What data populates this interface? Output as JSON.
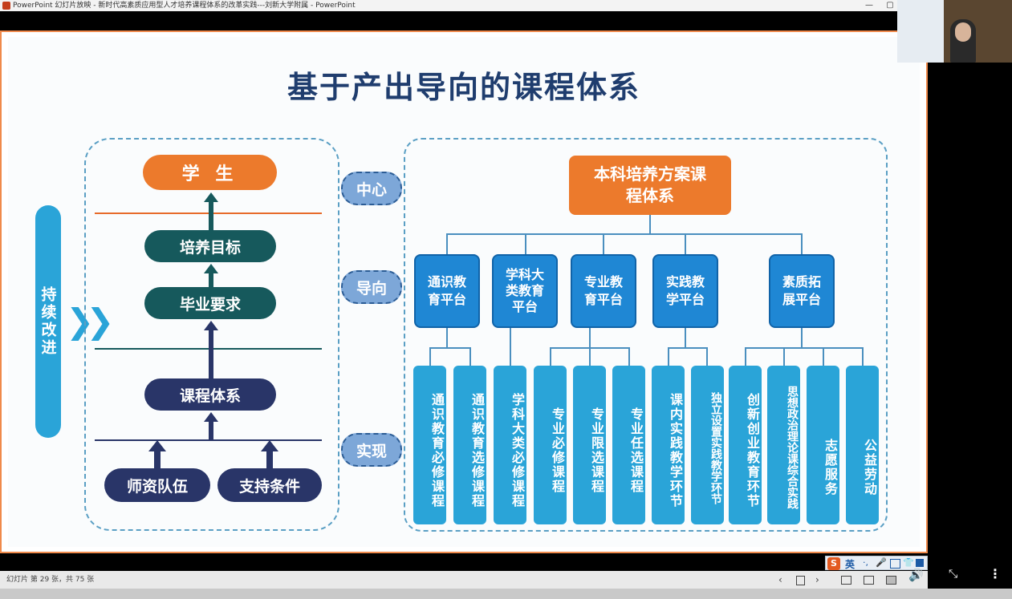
{
  "window": {
    "title": "PowerPoint 幻灯片放映 - 新时代高素质应用型人才培养课程体系的改革实践---刘新大学附属 - PowerPoint"
  },
  "slide": {
    "title": "基于产出导向的课程体系",
    "left": {
      "side_label": "持续改进",
      "student": "学 生",
      "goal": "培养目标",
      "graduation": "毕业要求",
      "curriculum": "课程体系",
      "faculty": "师资队伍",
      "support": "支持条件"
    },
    "labels": {
      "center": "中心",
      "orient": "导向",
      "implement": "实现"
    },
    "right": {
      "root": "本科培养方案课程体系",
      "platforms": [
        "通识教育平台",
        "学科大类教育平台",
        "专业教育平台",
        "实践教学平台",
        "素质拓展平台"
      ],
      "courses": [
        "通识教育必修课程",
        "通识教育选修课程",
        "学科大类必修课程",
        "专业必修课程",
        "专业限选课程",
        "专业任选课程",
        "课内实践教学环节",
        "独立设置实践教学环节",
        "创新创业教育环节",
        "思想政治理论课综合实践",
        "志愿服务",
        "公益劳动"
      ]
    }
  },
  "status": {
    "slide_counter": "幻灯片 第 29 张，共 75 张"
  },
  "ime": {
    "label": "英"
  },
  "colors": {
    "teal": "#16595c",
    "navy": "#293568",
    "orange": "#ec7a2c",
    "blue": "#1f87d4",
    "lightblue": "#2aa4d8",
    "accent_border": "#f08a4b"
  }
}
